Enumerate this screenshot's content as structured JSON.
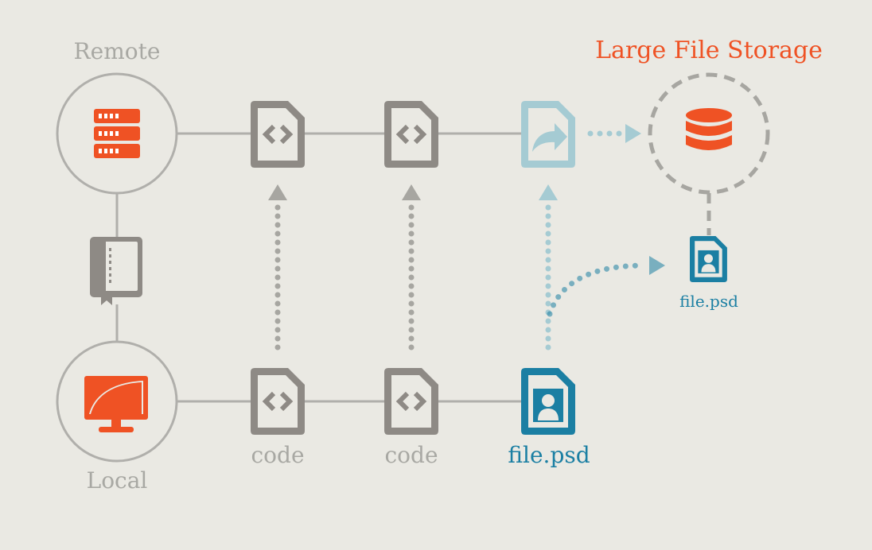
{
  "labels": {
    "remote": "Remote",
    "local": "Local",
    "lfs": "Large File Storage",
    "code_1": "code",
    "code_2": "code",
    "file_local": "file.psd",
    "file_lfs": "file.psd"
  },
  "icons": {
    "remote": "server-stack-icon",
    "local": "desktop-monitor-icon",
    "repo": "repository-book-icon",
    "code": "code-file-icon",
    "pointer": "pointer-file-share-icon",
    "image": "image-file-icon",
    "storage": "database-icon"
  },
  "colors": {
    "background": "#eae9e3",
    "line": "#b0afab",
    "icon_gray": "#8e8a85",
    "orange": "#ef5224",
    "blue": "#1b7fa3",
    "light_blue": "#a5cbd3",
    "dashed_gray": "#a7a6a1"
  }
}
